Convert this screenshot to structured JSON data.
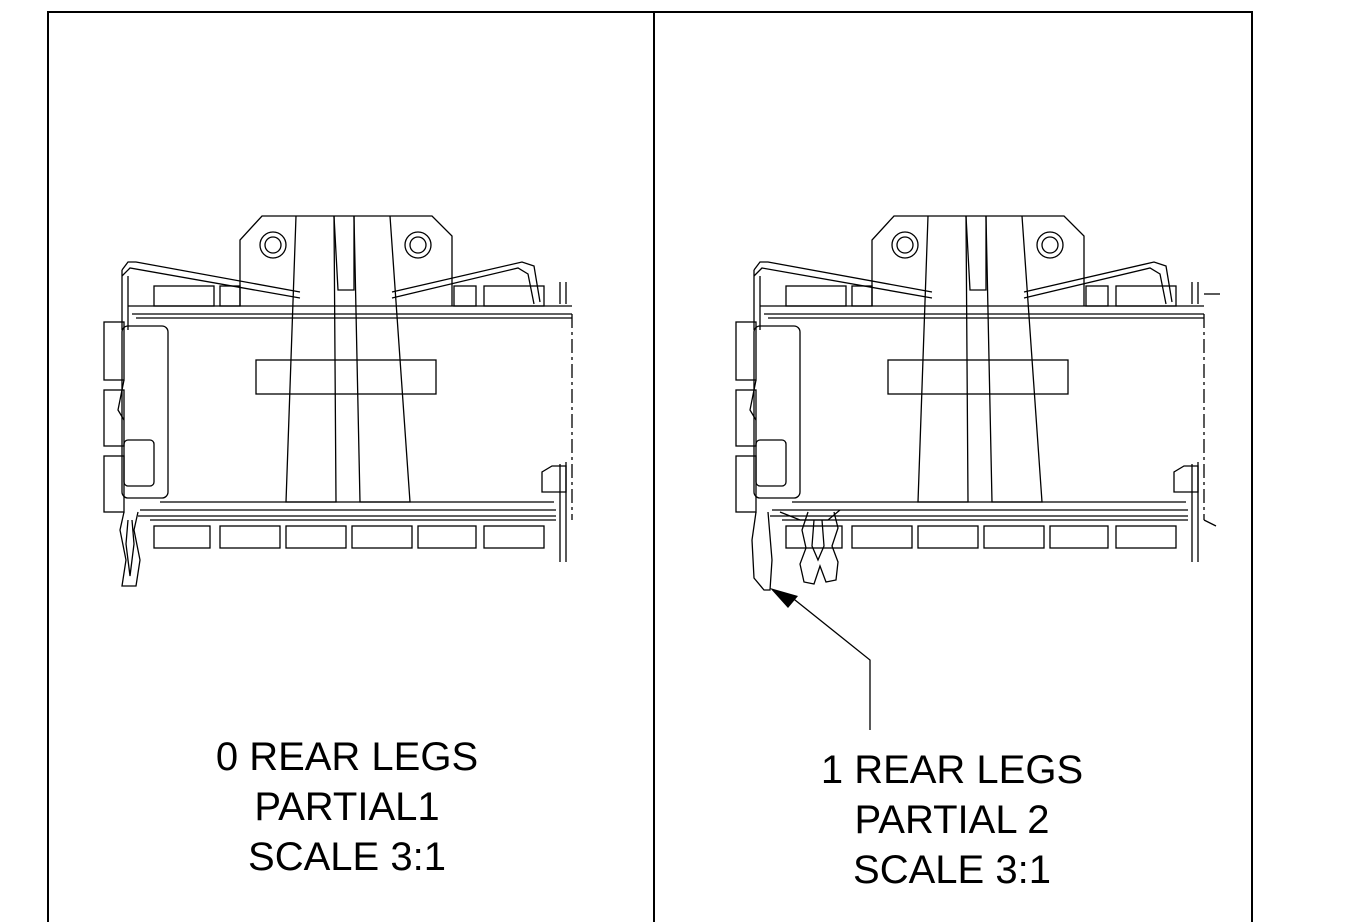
{
  "drawing": {
    "line_color": "#000000",
    "background": "#ffffff",
    "panels": [
      {
        "id": "left",
        "caption": [
          "0 REAR LEGS",
          "PARTIAL1",
          "SCALE 3:1"
        ]
      },
      {
        "id": "right",
        "caption": [
          "1 REAR LEGS",
          "PARTIAL 2",
          "SCALE 3:1"
        ]
      }
    ]
  }
}
